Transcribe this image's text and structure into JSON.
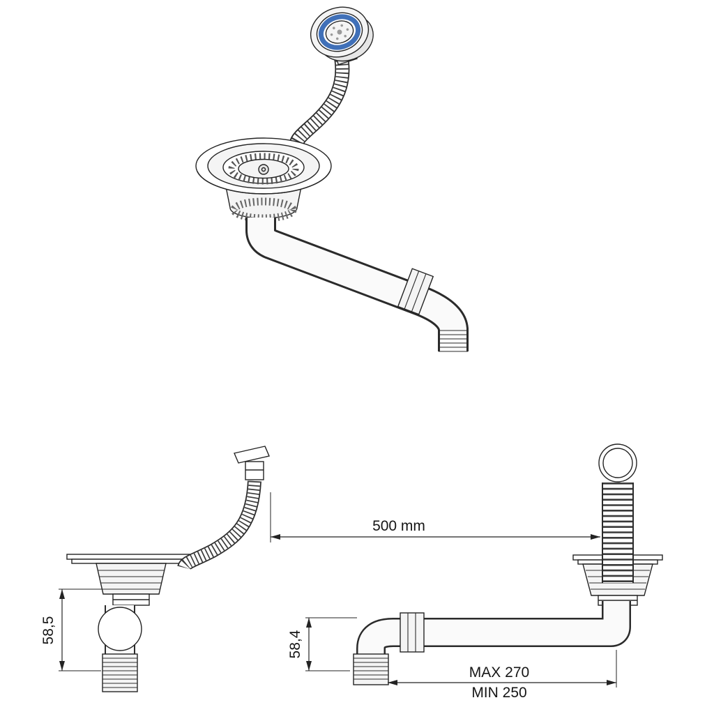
{
  "colors": {
    "accent_blue": "#4070b8",
    "line": "#232323"
  },
  "labels": {
    "hose_length": "500 mm",
    "front_drain_height": "58,5",
    "side_drain_height": "58,4",
    "pipe_length_max": "MAX 270",
    "pipe_length_min": "MIN 250"
  }
}
